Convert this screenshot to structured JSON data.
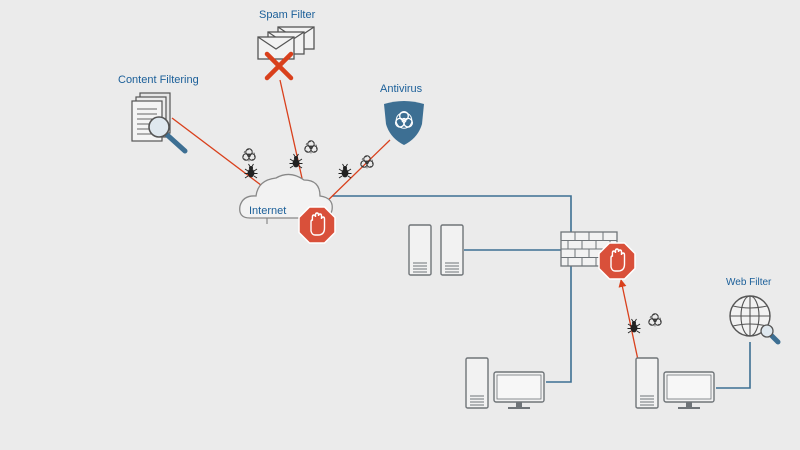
{
  "labels": {
    "spam_filter": "Spam Filter",
    "content_filtering": "Content Filtering",
    "antivirus": "Antivirus",
    "internet": "Internet",
    "web_filter": "Web Filter"
  },
  "colors": {
    "background": "#ebebeb",
    "label_text": "#1b5f99",
    "threat_line": "#d9401c",
    "network_line": "#3d6f93",
    "stop_sign": "#d9503a",
    "device_fill": "#f2f2f2",
    "device_stroke": "#6f7478",
    "shield": "#3d6f93"
  },
  "icons": [
    "envelope-icon",
    "red-x-icon",
    "document-icon",
    "magnifier-icon",
    "shield-icon",
    "biohazard-icon",
    "bug-icon",
    "cloud-icon",
    "stop-hand-icon",
    "server-icon",
    "firewall-icon",
    "desktop-computer-icon",
    "globe-icon"
  ]
}
